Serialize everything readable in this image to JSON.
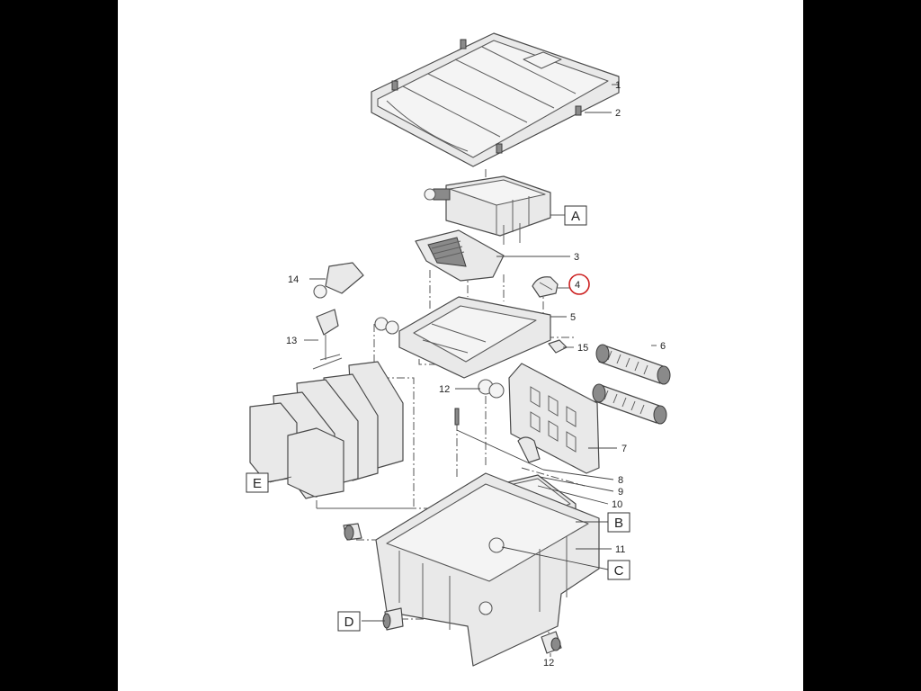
{
  "callouts": {
    "c1": "1",
    "c2": "2",
    "c3": "3",
    "c4": "4",
    "c5": "5",
    "c6": "6",
    "c7": "7",
    "c8": "8",
    "c9": "9",
    "c10": "10",
    "c11": "11",
    "c12a": "12",
    "c12b": "12",
    "c13": "13",
    "c14": "14",
    "c15": "15"
  },
  "letters": {
    "A": "A",
    "B": "B",
    "C": "C",
    "D": "D",
    "E": "E"
  },
  "highlighted_part": "4",
  "colors": {
    "highlight": "#cc1f1f",
    "background": "#000000",
    "paper": "#ffffff"
  }
}
